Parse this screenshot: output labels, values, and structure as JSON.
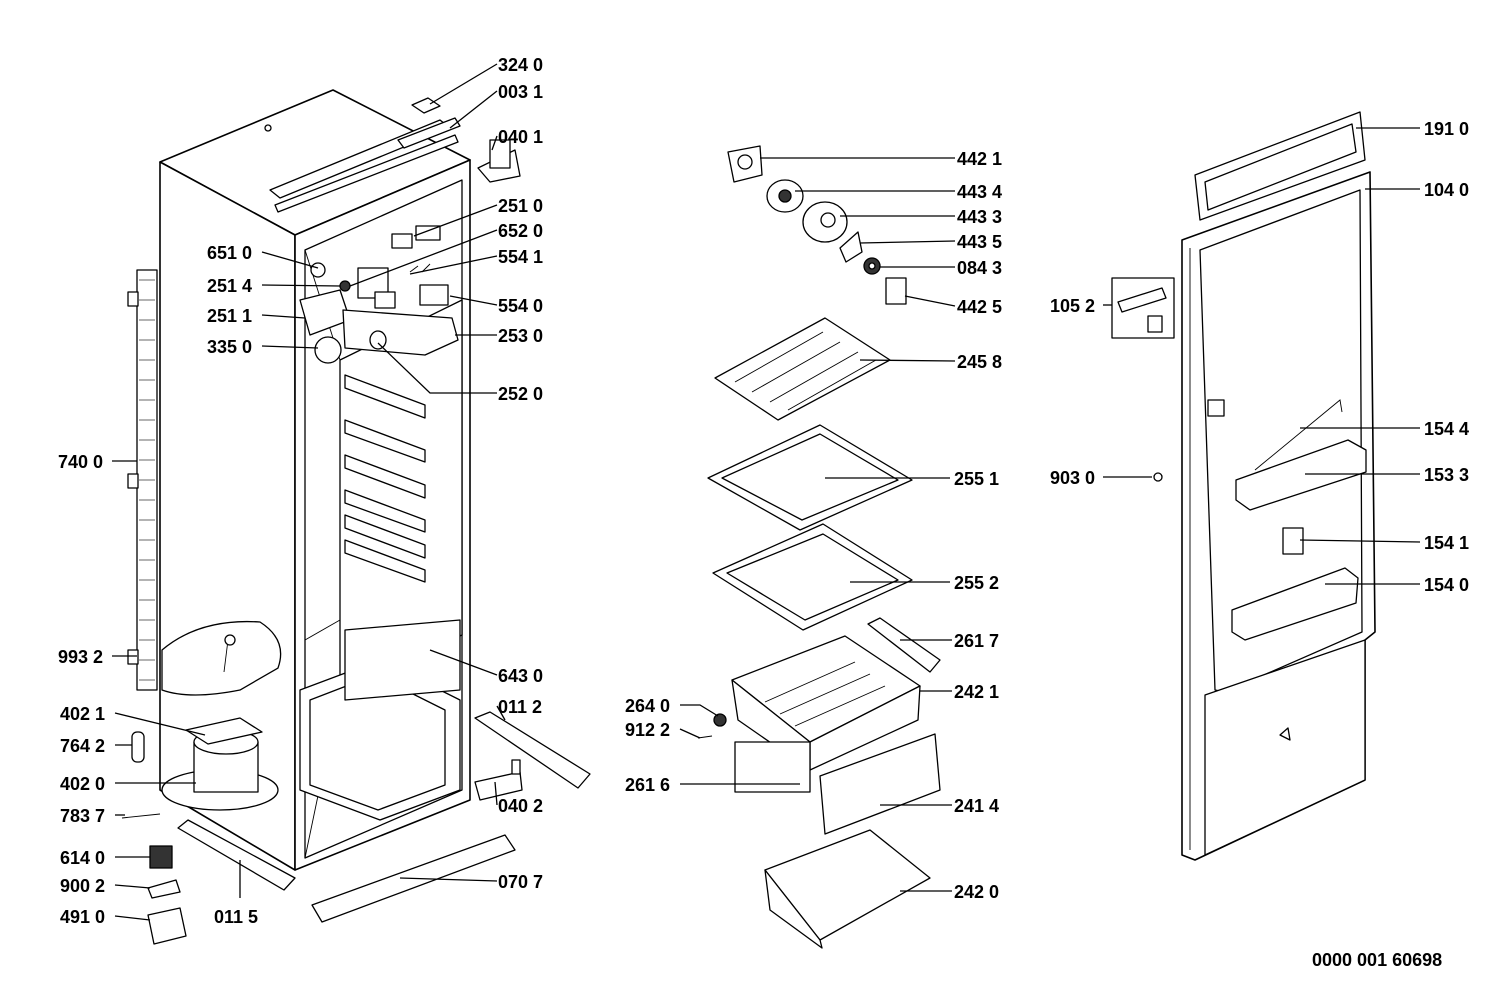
{
  "drawing_number": "0000 001 60698",
  "callouts": [
    {
      "id": "c3240",
      "text": "324 0"
    },
    {
      "id": "c0031",
      "text": "003 1"
    },
    {
      "id": "c0401",
      "text": "040 1"
    },
    {
      "id": "c2510",
      "text": "251 0"
    },
    {
      "id": "c6520",
      "text": "652 0"
    },
    {
      "id": "c6510",
      "text": "651 0"
    },
    {
      "id": "c5541",
      "text": "554 1"
    },
    {
      "id": "c2514",
      "text": "251 4"
    },
    {
      "id": "c5540",
      "text": "554 0"
    },
    {
      "id": "c2511",
      "text": "251 1"
    },
    {
      "id": "c2530",
      "text": "253 0"
    },
    {
      "id": "c3350",
      "text": "335 0"
    },
    {
      "id": "c2520",
      "text": "252 0"
    },
    {
      "id": "c7400",
      "text": "740 0"
    },
    {
      "id": "c9932",
      "text": "993 2"
    },
    {
      "id": "c6430",
      "text": "643 0"
    },
    {
      "id": "c4021",
      "text": "402 1"
    },
    {
      "id": "c0112",
      "text": "011 2"
    },
    {
      "id": "c7642",
      "text": "764 2"
    },
    {
      "id": "c4020",
      "text": "402 0"
    },
    {
      "id": "c0402",
      "text": "040 2"
    },
    {
      "id": "c7837",
      "text": "783 7"
    },
    {
      "id": "c6140",
      "text": "614 0"
    },
    {
      "id": "c0707",
      "text": "070 7"
    },
    {
      "id": "c9002",
      "text": "900 2"
    },
    {
      "id": "c4910",
      "text": "491 0"
    },
    {
      "id": "c0115",
      "text": "011 5"
    },
    {
      "id": "c4421",
      "text": "442 1"
    },
    {
      "id": "c4434",
      "text": "443 4"
    },
    {
      "id": "c4433",
      "text": "443 3"
    },
    {
      "id": "c4435",
      "text": "443 5"
    },
    {
      "id": "c0843",
      "text": "084 3"
    },
    {
      "id": "c4425",
      "text": "442 5"
    },
    {
      "id": "c2458",
      "text": "245 8"
    },
    {
      "id": "c2551",
      "text": "255 1"
    },
    {
      "id": "c2552",
      "text": "255 2"
    },
    {
      "id": "c2617",
      "text": "261 7"
    },
    {
      "id": "c2421",
      "text": "242 1"
    },
    {
      "id": "c2640",
      "text": "264 0"
    },
    {
      "id": "c9122",
      "text": "912 2"
    },
    {
      "id": "c2616",
      "text": "261 6"
    },
    {
      "id": "c2414",
      "text": "241 4"
    },
    {
      "id": "c2420",
      "text": "242 0"
    },
    {
      "id": "c1910",
      "text": "191 0"
    },
    {
      "id": "c1040",
      "text": "104 0"
    },
    {
      "id": "c1052",
      "text": "105 2"
    },
    {
      "id": "c1544",
      "text": "154 4"
    },
    {
      "id": "c9030",
      "text": "903 0"
    },
    {
      "id": "c1533",
      "text": "153 3"
    },
    {
      "id": "c1541",
      "text": "154 1"
    },
    {
      "id": "c1540",
      "text": "154 0"
    }
  ]
}
